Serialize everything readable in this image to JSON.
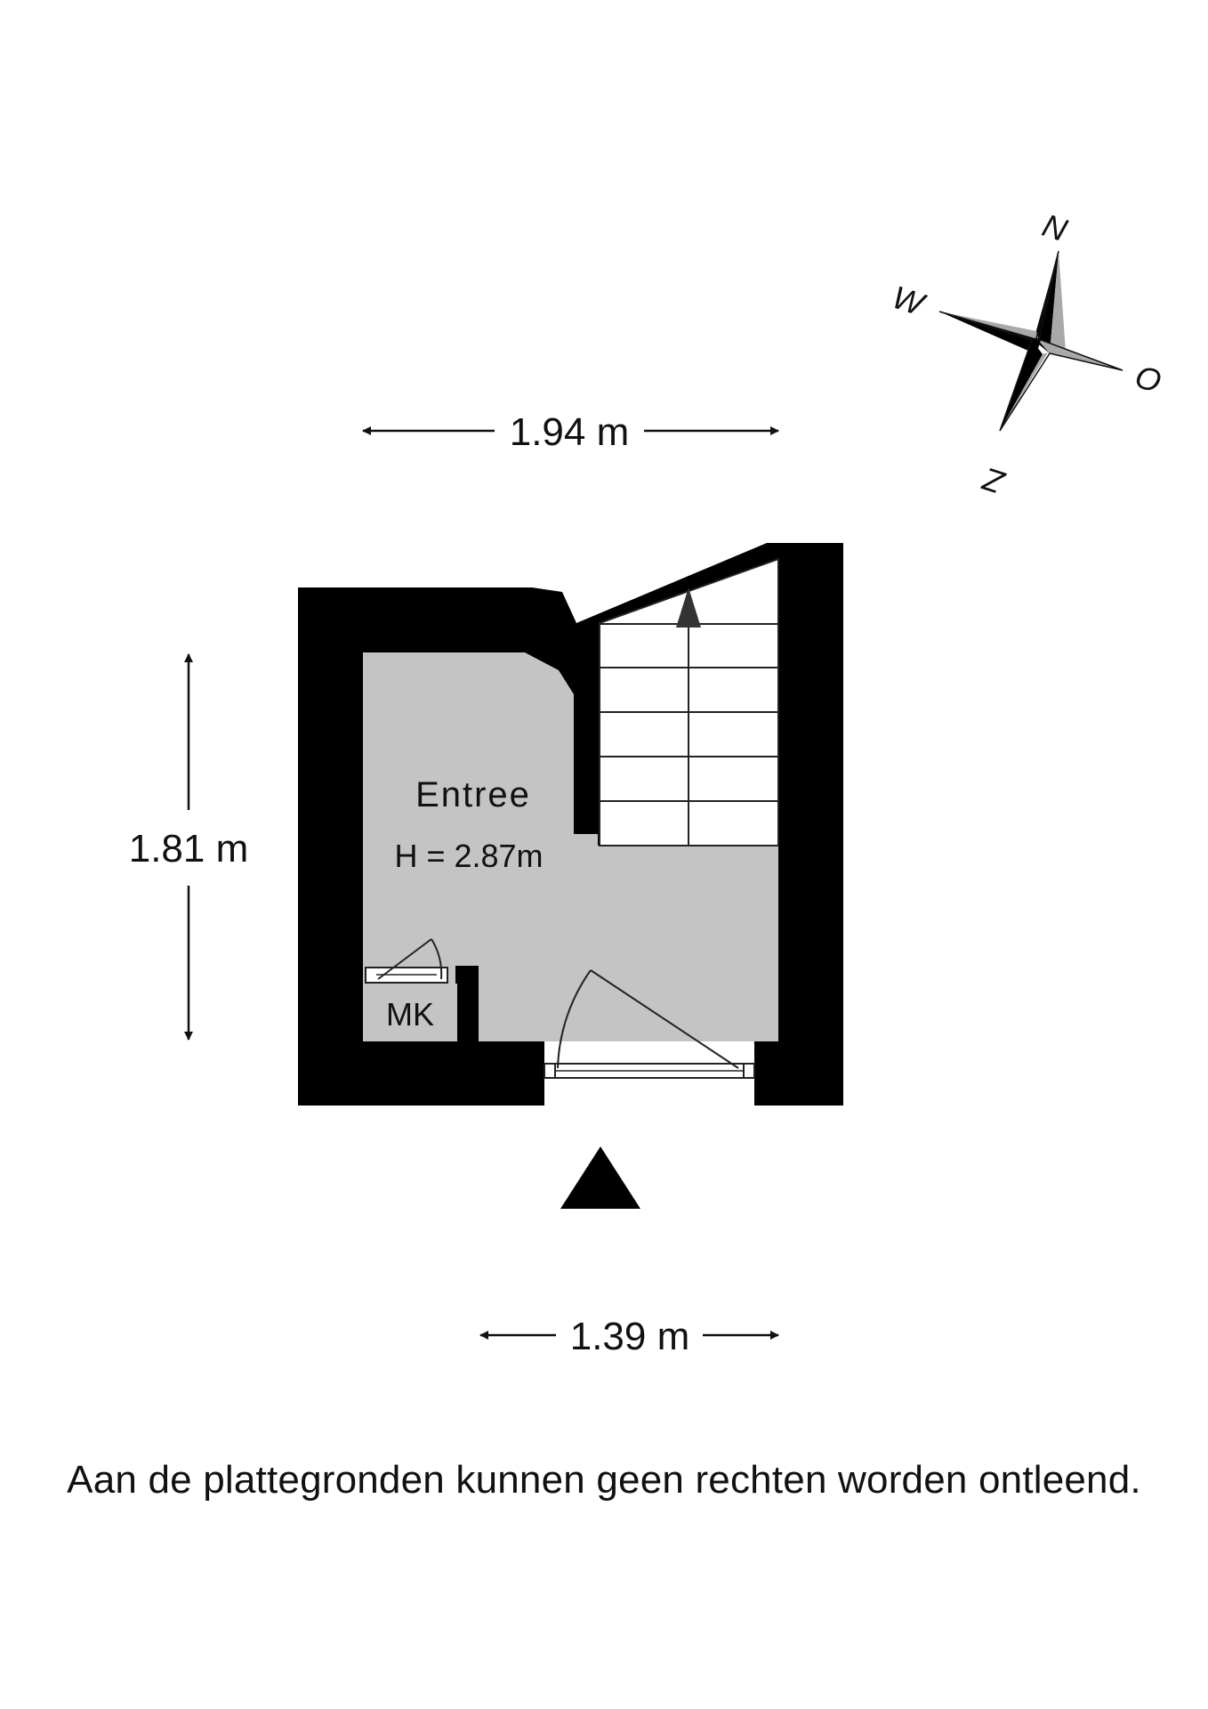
{
  "floorplan": {
    "room": {
      "name": "Entree",
      "height": "H = 2.87m"
    },
    "closet": {
      "label": "MK"
    },
    "dimensions": {
      "top_width": "1.94 m",
      "left_height": "1.81 m",
      "bottom_width": "1.39 m"
    },
    "compass": {
      "north": "N",
      "west": "W",
      "east": "O",
      "south": "Z"
    },
    "disclaimer": "Aan de plattegronden kunnen geen rechten worden ontleend.",
    "colors": {
      "wall": "#000000",
      "floor": "#c4c4c4",
      "stair": "#ffffff",
      "compass_light": "#a9a9a9"
    }
  }
}
